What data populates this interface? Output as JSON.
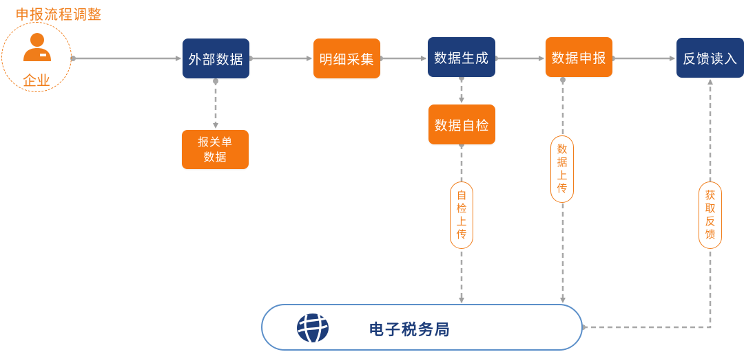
{
  "title": "申报流程调整",
  "company": {
    "label": "企业",
    "icon": "person-icon"
  },
  "nodes": {
    "external_data": "外部数据",
    "detail_collection": "明细采集",
    "data_generation": "数据生成",
    "data_declaration": "数据申报",
    "feedback_read": "反馈读入",
    "data_self_check": "数据自检",
    "customs_data": [
      "报关单",
      "数据"
    ]
  },
  "edge_labels": {
    "self_check_upload": [
      "自",
      "检",
      "上",
      "传"
    ],
    "data_upload": [
      "数",
      "据",
      "上",
      "传"
    ],
    "get_feedback": [
      "获",
      "取",
      "反",
      "馈"
    ]
  },
  "tax_bureau": {
    "label": "电子税务局",
    "icon": "globe-icon"
  },
  "colors": {
    "blue": "#1d3d7a",
    "orange": "#f5760f",
    "line": "#9e9e9e",
    "accent": "#f07d1a",
    "tax_border": "#5b8fc9"
  }
}
